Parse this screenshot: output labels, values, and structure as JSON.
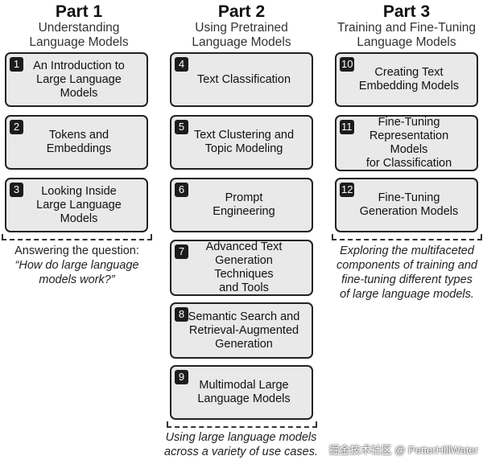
{
  "parts": [
    {
      "title": "Part 1",
      "subtitle": "Understanding\nLanguage Models",
      "chapters": [
        {
          "num": "1",
          "label": "An Introduction to\nLarge Language Models"
        },
        {
          "num": "2",
          "label": "Tokens and\nEmbeddings"
        },
        {
          "num": "3",
          "label": "Looking Inside\nLarge Language Models"
        }
      ],
      "note_plain": "Answering the question:",
      "note_italic": "“How do large language\nmodels work?”"
    },
    {
      "title": "Part 2",
      "subtitle": "Using Pretrained\nLanguage Models",
      "chapters": [
        {
          "num": "4",
          "label": "Text Classification"
        },
        {
          "num": "5",
          "label": "Text Clustering and\nTopic Modeling"
        },
        {
          "num": "6",
          "label": "Prompt\nEngineering"
        },
        {
          "num": "7",
          "label": "Advanced Text\nGeneration Techniques\nand Tools"
        },
        {
          "num": "8",
          "label": "Semantic Search and\nRetrieval-Augmented\nGeneration"
        },
        {
          "num": "9",
          "label": "Multimodal Large\nLanguage Models"
        }
      ],
      "note_italic": "Using large language models\nacross a variety of use cases."
    },
    {
      "title": "Part 3",
      "subtitle": "Training and Fine-Tuning\nLanguage Models",
      "chapters": [
        {
          "num": "10",
          "label": "Creating Text\nEmbedding Models"
        },
        {
          "num": "11",
          "label": "Fine-Tuning\nRepresentation Models\nfor Classification"
        },
        {
          "num": "12",
          "label": "Fine-Tuning\nGeneration Models"
        }
      ],
      "note_italic": "Exploring the multifaceted\ncomponents of training and\nfine-tuning different types\nof large language models."
    }
  ],
  "watermark": "掘金技术社区 @ PetterHillWater"
}
